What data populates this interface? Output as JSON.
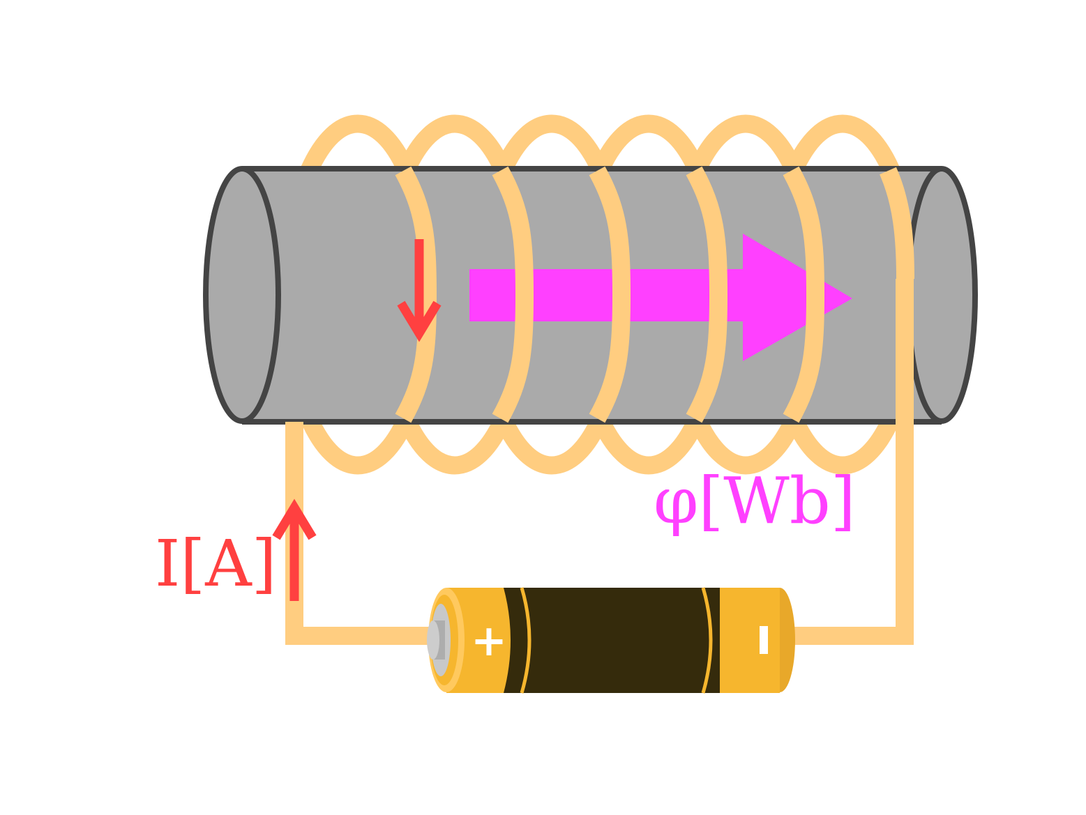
{
  "labels": {
    "current": "I[A]",
    "flux": "φ[Wb]"
  },
  "battery": {
    "plus": "+",
    "minus": "-"
  },
  "colors": {
    "wire": "#ffcd80",
    "core": "#aaaaaa",
    "outline": "#444444",
    "current": "#ff4040",
    "flux": "#ff40ff",
    "battery_gold": "#f6b62e",
    "battery_dark": "#352b0c"
  },
  "coil_turns": 6
}
